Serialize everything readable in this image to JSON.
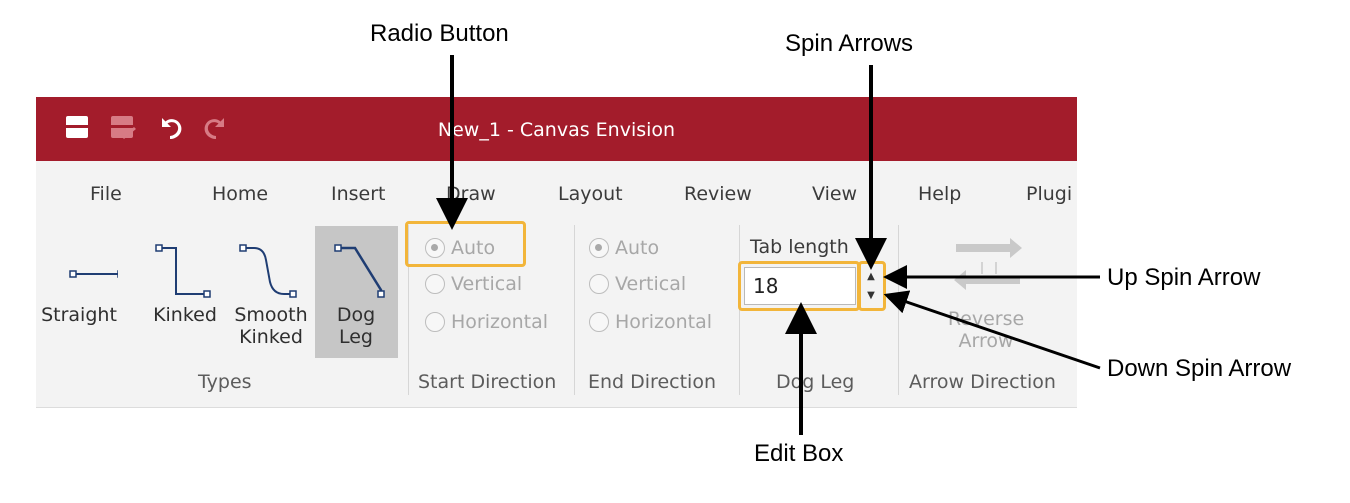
{
  "window": {
    "title": "New_1 - Canvas Envision"
  },
  "quick_access": [
    {
      "name": "save-icon"
    },
    {
      "name": "save-as-icon"
    },
    {
      "name": "undo-icon"
    },
    {
      "name": "redo-icon"
    }
  ],
  "tabs": [
    "File",
    "Home",
    "Insert",
    "Draw",
    "Layout",
    "Review",
    "View",
    "Help",
    "Plugi"
  ],
  "types": {
    "group_label": "Types",
    "tools": [
      {
        "label": "Straight",
        "icon": "straight-connector-icon",
        "selected": false
      },
      {
        "label": "Kinked",
        "icon": "kinked-connector-icon",
        "selected": false
      },
      {
        "label": "Smooth Kinked",
        "icon": "smooth-kinked-connector-icon",
        "selected": false
      },
      {
        "label": "Dog Leg",
        "icon": "dog-leg-connector-icon",
        "selected": true
      }
    ]
  },
  "start_direction": {
    "group_label": "Start Direction",
    "options": [
      "Auto",
      "Vertical",
      "Horizontal"
    ],
    "selected": "Auto"
  },
  "end_direction": {
    "group_label": "End Direction",
    "options": [
      "Auto",
      "Vertical",
      "Horizontal"
    ],
    "selected": "Auto"
  },
  "dog_leg": {
    "group_label": "Dog Leg",
    "tab_length_label": "Tab length",
    "tab_length_value": "18"
  },
  "arrow_direction": {
    "group_label": "Arrow Direction",
    "reverse_label": "Reverse Arrow"
  },
  "callouts": {
    "radio_button": "Radio Button",
    "spin_arrows": "Spin Arrows",
    "up_spin_arrow": "Up Spin Arrow",
    "down_spin_arrow": "Down Spin Arrow",
    "edit_box": "Edit Box"
  },
  "colors": {
    "title_bar": "#a31c2b",
    "highlight": "#f2b53a",
    "connector": "#1f3d73"
  }
}
